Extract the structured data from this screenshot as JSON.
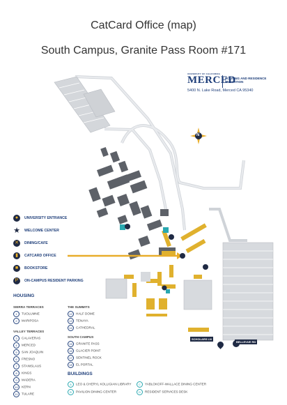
{
  "title": "CatCard Office (map)",
  "subtitle": "South Campus, Granite Pass Room #171",
  "logo": {
    "university": "UNIVERSITY OF CALIFORNIA",
    "name": "MERCED",
    "department": "HOUSING AND RESIDENCE EDUCATION"
  },
  "address": "5400 N. Lake Road, Merced CA 95340",
  "compass_label": "N",
  "legend": [
    {
      "label": "UNIVERSITY ENTRANCE",
      "icon": "pin-icon"
    },
    {
      "label": "WELCOME CENTER",
      "icon": "star-icon"
    },
    {
      "label": "DINING/CAFE",
      "icon": "utensils-icon"
    },
    {
      "label": "CATCARD OFFICE",
      "icon": "card-icon"
    },
    {
      "label": "BOOKSTORE",
      "icon": "book-icon"
    },
    {
      "label": "ON-CAMPUS RESIDENT PARKING",
      "icon": "parking-icon"
    }
  ],
  "housing": {
    "heading": "HOUSING",
    "sierra": {
      "heading": "SIERRA TERRACES",
      "items": [
        {
          "n": "1",
          "name": "TUOLUMNE"
        },
        {
          "n": "2",
          "name": "MARIPOSA"
        }
      ]
    },
    "valley": {
      "heading": "VALLEY TERRACES",
      "items": [
        {
          "n": "3",
          "name": "CALAVERAS"
        },
        {
          "n": "4",
          "name": "MERCED"
        },
        {
          "n": "5",
          "name": "SAN JOAQUIN"
        },
        {
          "n": "6",
          "name": "FRESNO"
        },
        {
          "n": "7",
          "name": "STANISLAUS"
        },
        {
          "n": "8",
          "name": "KINGS"
        },
        {
          "n": "9",
          "name": "MADERA"
        },
        {
          "n": "10",
          "name": "KERN"
        },
        {
          "n": "11",
          "name": "TULARE"
        }
      ]
    },
    "summits": {
      "heading": "THE SUMMITS",
      "items": [
        {
          "n": "12",
          "name": "HALF DOME"
        },
        {
          "n": "13",
          "name": "TENAYA"
        },
        {
          "n": "14",
          "name": "CATHEDRAL"
        }
      ]
    },
    "south": {
      "heading": "SOUTH CAMPUS",
      "items": [
        {
          "n": "15",
          "name": "GRANITE PASS"
        },
        {
          "n": "16",
          "name": "GLACIER POINT"
        },
        {
          "n": "17",
          "name": "SENTINEL ROCK"
        },
        {
          "n": "18",
          "name": "EL PORTAL"
        }
      ]
    }
  },
  "buildings": {
    "heading": "BUILDINGS",
    "items": [
      {
        "n": "A",
        "name": "LEO & CHERYL KOLLIGIAN LIBRARY"
      },
      {
        "n": "B",
        "name": "PAVILION DINING CENTER"
      },
      {
        "n": "C",
        "name": "YABLOKOFF-WALLACE DINING CENTER"
      },
      {
        "n": "D",
        "name": "RESIDENT SERVICES DESK"
      }
    ]
  },
  "map_labels": {
    "scholars": "SCHOLARS LN",
    "bellevue": "BELLEVUE RD"
  },
  "colors": {
    "accent": "#f0b429",
    "navy": "#1f2a44",
    "brand": "#1f3f7a"
  }
}
